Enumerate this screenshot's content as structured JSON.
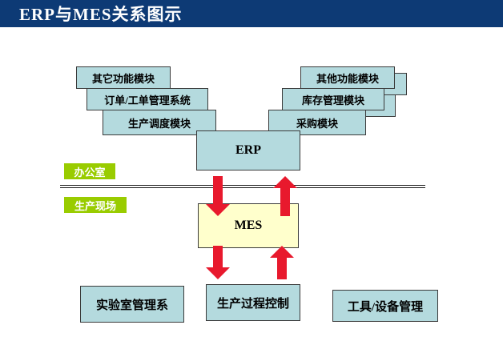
{
  "header": {
    "title": "ERP与MES关系图示"
  },
  "diagram": {
    "left_stack": [
      "其它功能模块",
      "订单/工单管理系统",
      "生产调度模块"
    ],
    "right_stack": [
      "其他功能模块",
      "库存管理模块",
      "采购模块"
    ],
    "erp_label": "ERP",
    "mes_label": "MES",
    "zones": {
      "office": "办公室",
      "shopfloor": "生产现场"
    },
    "bottom_boxes": [
      "实验室管理系",
      "生产过程控制",
      "工具/设备管理"
    ]
  },
  "colors": {
    "titlebar_bg": "#0d3a75",
    "title_text": "#ffffff",
    "module_box_bg": "#b4dade",
    "module_box_border": "#3a3a3a",
    "mes_box_bg": "#ffffcc",
    "zone_label_bg": "#99cc00",
    "zone_label_text": "#ffffff",
    "arrow": "#e8192d"
  }
}
